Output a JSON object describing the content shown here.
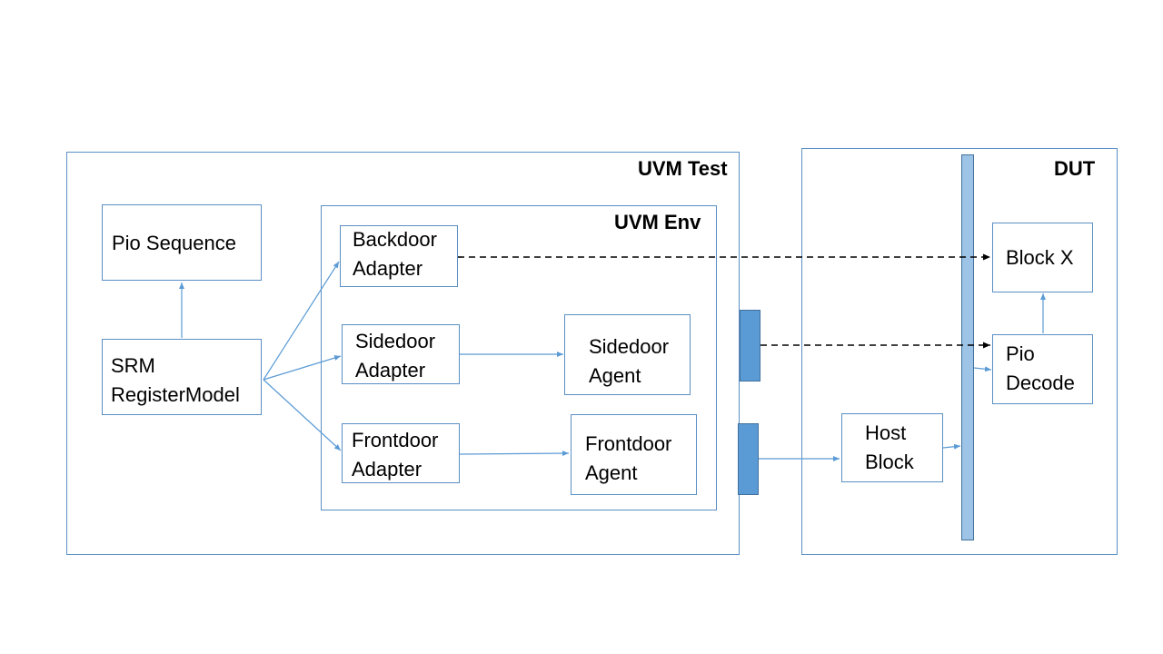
{
  "containers": {
    "uvm_test": {
      "title": "UVM Test"
    },
    "uvm_env": {
      "title": "UVM Env"
    },
    "dut": {
      "title": "DUT"
    }
  },
  "blocks": {
    "pio_sequence": {
      "line1": "Pio Sequence"
    },
    "srm_register_model": {
      "line1": "SRM",
      "line2": "RegisterModel"
    },
    "backdoor_adapter": {
      "line1": "Backdoor",
      "line2": "Adapter"
    },
    "sidedoor_adapter": {
      "line1": "Sidedoor",
      "line2": "Adapter"
    },
    "frontdoor_adapter": {
      "line1": "Frontdoor",
      "line2": "Adapter"
    },
    "sidedoor_agent": {
      "line1": "Sidedoor",
      "line2": "Agent"
    },
    "frontdoor_agent": {
      "line1": "Frontdoor",
      "line2": "Agent"
    },
    "block_x": {
      "line1": "Block X"
    },
    "pio_decode": {
      "line1": "Pio",
      "line2": "Decode"
    },
    "host_block": {
      "line1": "Host",
      "line2": "Block"
    }
  },
  "colors": {
    "border": "#5a8fc4",
    "connector": "#5b9bd5",
    "port_fill": "#5b9bd5",
    "bus_fill": "#9dc3e6",
    "dashed_arrow": "#000000"
  }
}
